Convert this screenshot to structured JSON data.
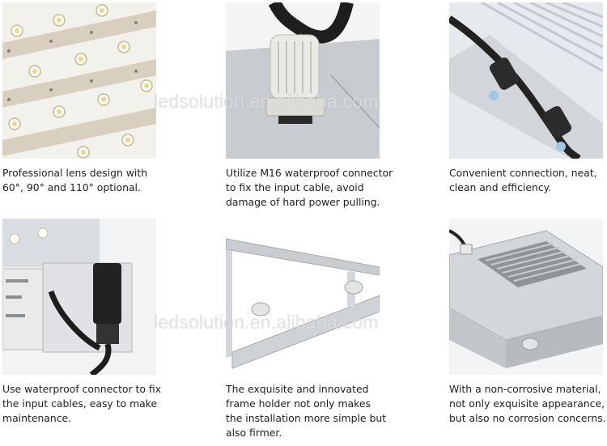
{
  "watermark": "ledsolution.en.alibaba.com",
  "features": [
    {
      "caption": "Professional lens design with 60°, 90° and 110° optional."
    },
    {
      "caption": "Utilize M16 waterproof connector to fix the input cable, avoid damage of hard power pulling."
    },
    {
      "caption": "Convenient connection, neat, clean and efficiency."
    },
    {
      "caption": "Use waterproof connector to fix the input cables, easy to make maintenance."
    },
    {
      "caption": "The exquisite and innovated frame holder not only makes the installation more simple but also firmer."
    },
    {
      "caption": "With a non-corrosive material, not only exquisite appearance, but also no corrosion concerns."
    }
  ]
}
